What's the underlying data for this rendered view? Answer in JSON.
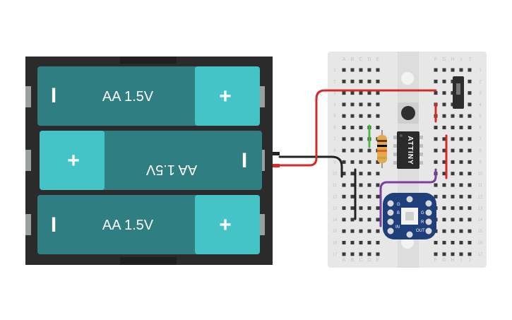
{
  "battery": {
    "cells": [
      {
        "label": "AA 1.5V",
        "neg": "I",
        "pos": "+"
      },
      {
        "label": "AA 1.5V",
        "neg": "I",
        "pos": "+"
      },
      {
        "label": "AA 1.5V",
        "neg": "I",
        "pos": "+"
      }
    ],
    "colors": {
      "holder": "#2b2b2b",
      "cell": "#2f7e82",
      "cap": "#45c4c8"
    }
  },
  "breadboard": {
    "column_letters_left": [
      "A",
      "B",
      "C",
      "D",
      "E"
    ],
    "column_letters_right": [
      "F",
      "G",
      "H",
      "I",
      "J"
    ],
    "row_numbers": [
      "1",
      "2",
      "3",
      "4",
      "5",
      "6",
      "7",
      "8",
      "9",
      "10",
      "11",
      "12",
      "13",
      "14",
      "15",
      "16",
      "17"
    ]
  },
  "chip": {
    "label": "ATTINY"
  },
  "led_module": {
    "pins": [
      "G",
      "B",
      "G",
      "R",
      "IN",
      "OUT"
    ]
  },
  "wire_colors": {
    "red": "#d52b2b",
    "black": "#222222",
    "green": "#4cb848",
    "purple": "#7b3fa0"
  }
}
